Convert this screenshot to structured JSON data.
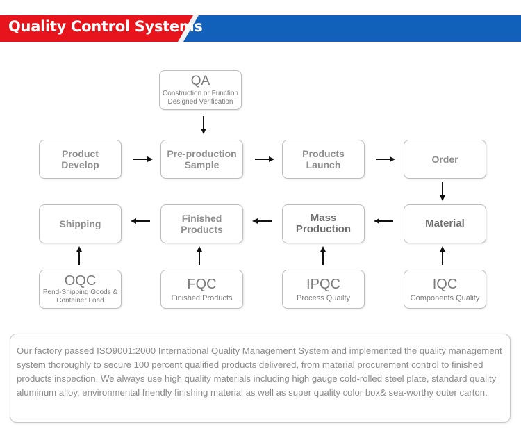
{
  "header": {
    "title": "Quality Control Systems",
    "colors": {
      "red": "#e8141b",
      "blue": "#1160b9"
    }
  },
  "qa": {
    "title": "QA",
    "line1": "Construction or Function",
    "line2": "Designed Verification"
  },
  "row1": [
    {
      "line1": "Product",
      "line2": "Develop"
    },
    {
      "line1": "Pre-production",
      "line2": "Sample"
    },
    {
      "line1": "Products",
      "line2": "Launch"
    },
    {
      "line1": "Order"
    }
  ],
  "row2": [
    {
      "line1": "Shipping"
    },
    {
      "line1": "Finished",
      "line2": "Products"
    },
    {
      "line1": "Mass",
      "line2": "Production"
    },
    {
      "line1": "Material"
    }
  ],
  "row3": [
    {
      "title": "OQC",
      "line1": "Pend-Shipping Goods &",
      "line2": "Container Load"
    },
    {
      "title": "FQC",
      "line1": "Finished Products"
    },
    {
      "title": "IPQC",
      "line1": "Process Quailty"
    },
    {
      "title": "IQC",
      "line1": "Components Quality"
    }
  ],
  "note": "Our factory passed ISO9001:2000 International Quality Management System and  implemented the quality management system thoroughly to secure 100 percent qualified products delivered, from material procurement control to finished products inspection. We always use high quality materials including high gauge cold-rolled steel plate, standard quality aluminum alloy, environmental friendly finishing material as well as super quality color box& sea-worthy outer carton."
}
